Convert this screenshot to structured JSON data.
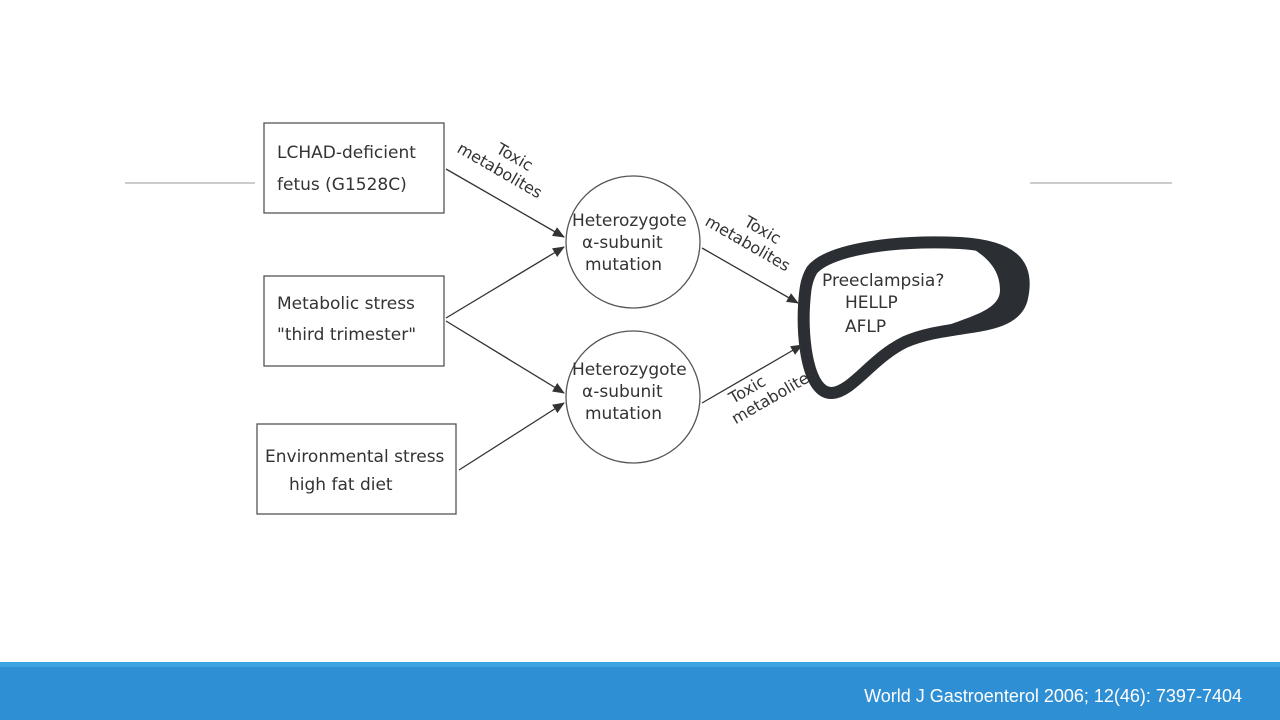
{
  "nodes": {
    "lchad": {
      "line1": "LCHAD-deficient",
      "line2": "fetus (G1528C)"
    },
    "metabolic": {
      "line1": "Metabolic stress",
      "line2": "\"third trimester\""
    },
    "environmental": {
      "line1": "Environmental stress",
      "line2": "high fat diet"
    },
    "hetero_top": {
      "line1": "Heterozygote",
      "line2": "α-subunit",
      "line3": "mutation"
    },
    "hetero_bottom": {
      "line1": "Heterozygote",
      "line2": "α-subunit",
      "line3": "mutation"
    },
    "outcome": {
      "line1": "Preeclampsia?",
      "line2": "HELLP",
      "line3": "AFLP"
    }
  },
  "edges": {
    "toxic_1": {
      "line1": "Toxic",
      "line2": "metabolites"
    },
    "toxic_2": {
      "line1": "Toxic",
      "line2": "metabolites"
    },
    "toxic_3": {
      "line1": "Toxic",
      "line2": "metabolites"
    }
  },
  "citation": "World J Gastroenterol  2006; 12(46): 7397-7404",
  "colors": {
    "footer": "#2f8fd4",
    "footer_accent": "#3aa5e0",
    "blob": "#2b2e33"
  }
}
